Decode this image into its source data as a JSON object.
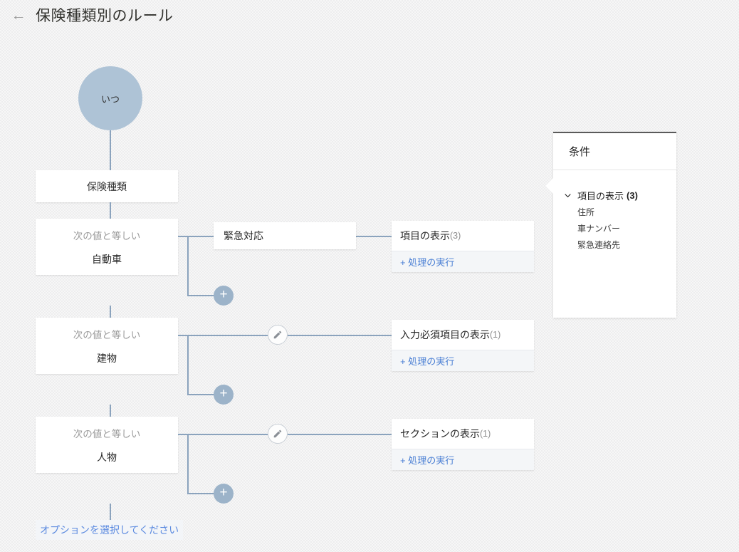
{
  "header": {
    "back_icon": "arrow-left-icon",
    "back_glyph": "←",
    "title": "保険種類別のルール"
  },
  "flow": {
    "trigger": {
      "label": "いつ"
    },
    "field_node": {
      "label": "保険種類"
    },
    "branches": [
      {
        "operator": "次の値と等しい",
        "value": "自動車",
        "middle_label": "緊急対応",
        "has_edit_icon": false,
        "action_title": "項目の表示",
        "action_count": "(3)",
        "action_link": "+ 処理の実行",
        "plus_label": "+"
      },
      {
        "operator": "次の値と等しい",
        "value": "建物",
        "middle_label": "",
        "has_edit_icon": true,
        "action_title": "入力必須項目の表示",
        "action_count": "(1)",
        "action_link": "+ 処理の実行",
        "plus_label": "+"
      },
      {
        "operator": "次の値と等しい",
        "value": "人物",
        "middle_label": "",
        "has_edit_icon": true,
        "action_title": "セクションの表示",
        "action_count": "(1)",
        "action_link": "+ 処理の実行",
        "plus_label": "+"
      }
    ],
    "add_option_link": "オプションを選択してください"
  },
  "panel": {
    "title": "条件",
    "section_label": "項目の表示",
    "section_count": "(3)",
    "chevron_icon": "chevron-down-icon",
    "items": [
      "住所",
      "車ナンバー",
      "緊急連絡先"
    ]
  },
  "colors": {
    "accent_blue": "#4a7fd4",
    "node_blue": "#aec3d6",
    "connector": "#8ba3bd",
    "canvas_bg": "#ededee"
  }
}
